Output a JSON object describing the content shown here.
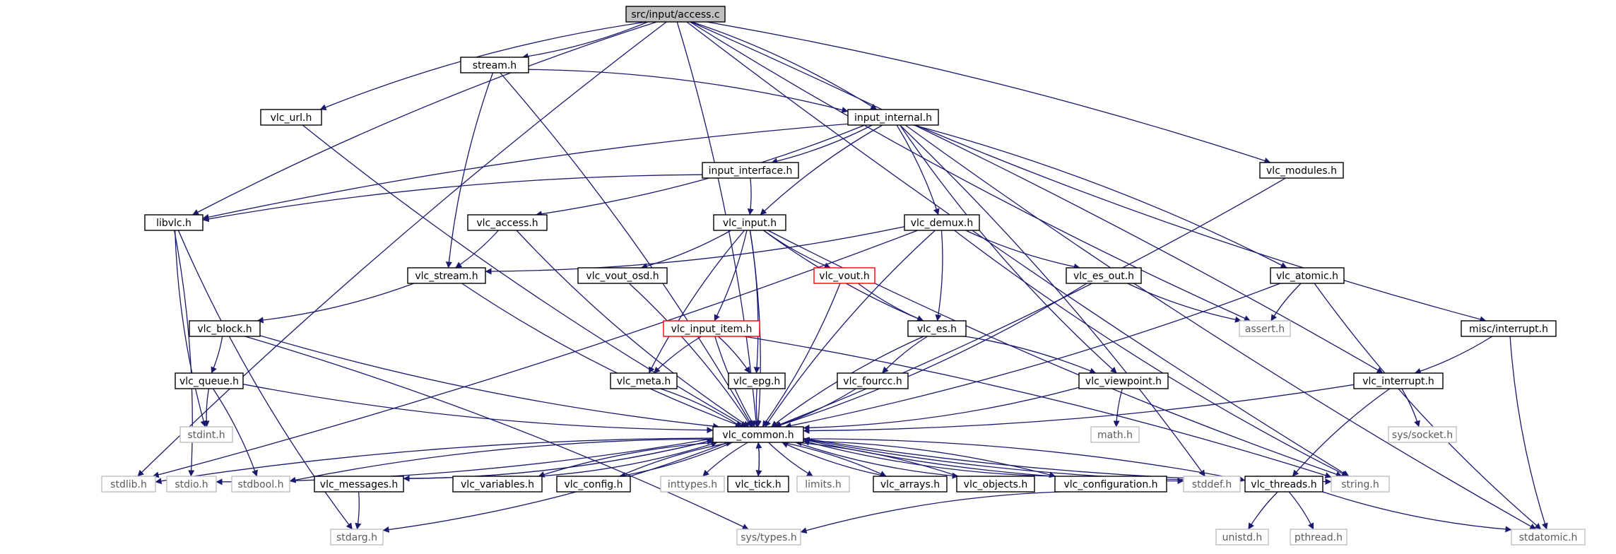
{
  "colors": {
    "edge": "#191970",
    "node_border": "#000000",
    "external_border": "#bfbfbf",
    "broken_border": "#ff0000",
    "root_fill": "#bfbfbf",
    "text": "#000000",
    "external_text": "#5a5a5a"
  },
  "nodes": [
    {
      "id": "access_c",
      "label": "src/input/access.c",
      "kind": "root"
    },
    {
      "id": "stream_h",
      "label": "stream.h",
      "kind": "normal"
    },
    {
      "id": "vlc_url_h",
      "label": "vlc_url.h",
      "kind": "normal"
    },
    {
      "id": "input_internal_h",
      "label": "input_internal.h",
      "kind": "normal"
    },
    {
      "id": "input_interface_h",
      "label": "input_interface.h",
      "kind": "normal"
    },
    {
      "id": "vlc_modules_h",
      "label": "vlc_modules.h",
      "kind": "normal"
    },
    {
      "id": "libvlc_h",
      "label": "libvlc.h",
      "kind": "normal"
    },
    {
      "id": "vlc_access_h",
      "label": "vlc_access.h",
      "kind": "normal"
    },
    {
      "id": "vlc_input_h",
      "label": "vlc_input.h",
      "kind": "normal"
    },
    {
      "id": "vlc_demux_h",
      "label": "vlc_demux.h",
      "kind": "normal"
    },
    {
      "id": "vlc_stream_h",
      "label": "vlc_stream.h",
      "kind": "normal"
    },
    {
      "id": "vlc_vout_osd_h",
      "label": "vlc_vout_osd.h",
      "kind": "normal"
    },
    {
      "id": "vlc_vout_h",
      "label": "vlc_vout.h",
      "kind": "broken"
    },
    {
      "id": "vlc_es_out_h",
      "label": "vlc_es_out.h",
      "kind": "normal"
    },
    {
      "id": "vlc_atomic_h",
      "label": "vlc_atomic.h",
      "kind": "normal"
    },
    {
      "id": "misc_interrupt_h",
      "label": "misc/interrupt.h",
      "kind": "normal"
    },
    {
      "id": "vlc_block_h",
      "label": "vlc_block.h",
      "kind": "normal"
    },
    {
      "id": "vlc_input_item_h",
      "label": "vlc_input_item.h",
      "kind": "broken"
    },
    {
      "id": "vlc_es_h",
      "label": "vlc_es.h",
      "kind": "normal"
    },
    {
      "id": "assert_h",
      "label": "assert.h",
      "kind": "external"
    },
    {
      "id": "vlc_interrupt_h",
      "label": "vlc_interrupt.h",
      "kind": "normal"
    },
    {
      "id": "vlc_queue_h",
      "label": "vlc_queue.h",
      "kind": "normal"
    },
    {
      "id": "vlc_meta_h",
      "label": "vlc_meta.h",
      "kind": "normal"
    },
    {
      "id": "vlc_epg_h",
      "label": "vlc_epg.h",
      "kind": "normal"
    },
    {
      "id": "vlc_fourcc_h",
      "label": "vlc_fourcc.h",
      "kind": "normal"
    },
    {
      "id": "vlc_viewpoint_h",
      "label": "vlc_viewpoint.h",
      "kind": "normal"
    },
    {
      "id": "stdint_h",
      "label": "stdint.h",
      "kind": "external"
    },
    {
      "id": "math_h",
      "label": "math.h",
      "kind": "external"
    },
    {
      "id": "sys_socket_h",
      "label": "sys/socket.h",
      "kind": "external"
    },
    {
      "id": "vlc_common_h",
      "label": "vlc_common.h",
      "kind": "normal"
    },
    {
      "id": "stdlib_h",
      "label": "stdlib.h",
      "kind": "external"
    },
    {
      "id": "stdio_h",
      "label": "stdio.h",
      "kind": "external"
    },
    {
      "id": "stdbool_h",
      "label": "stdbool.h",
      "kind": "external"
    },
    {
      "id": "vlc_messages_h",
      "label": "vlc_messages.h",
      "kind": "normal"
    },
    {
      "id": "vlc_variables_h",
      "label": "vlc_variables.h",
      "kind": "normal"
    },
    {
      "id": "vlc_config_h",
      "label": "vlc_config.h",
      "kind": "normal"
    },
    {
      "id": "inttypes_h",
      "label": "inttypes.h",
      "kind": "external"
    },
    {
      "id": "vlc_tick_h",
      "label": "vlc_tick.h",
      "kind": "normal"
    },
    {
      "id": "limits_h",
      "label": "limits.h",
      "kind": "external"
    },
    {
      "id": "vlc_arrays_h",
      "label": "vlc_arrays.h",
      "kind": "normal"
    },
    {
      "id": "vlc_objects_h",
      "label": "vlc_objects.h",
      "kind": "normal"
    },
    {
      "id": "vlc_configuration_h",
      "label": "vlc_configuration.h",
      "kind": "normal"
    },
    {
      "id": "stddef_h",
      "label": "stddef.h",
      "kind": "external"
    },
    {
      "id": "vlc_threads_h",
      "label": "vlc_threads.h",
      "kind": "normal"
    },
    {
      "id": "string_h",
      "label": "string.h",
      "kind": "external"
    },
    {
      "id": "stdarg_h",
      "label": "stdarg.h",
      "kind": "external"
    },
    {
      "id": "sys_types_h",
      "label": "sys/types.h",
      "kind": "external"
    },
    {
      "id": "unistd_h",
      "label": "unistd.h",
      "kind": "external"
    },
    {
      "id": "pthread_h",
      "label": "pthread.h",
      "kind": "external"
    },
    {
      "id": "stdatomic_h",
      "label": "stdatomic.h",
      "kind": "external"
    }
  ],
  "edges": [
    [
      "access_c",
      "stream_h"
    ],
    [
      "access_c",
      "vlc_url_h"
    ],
    [
      "access_c",
      "input_internal_h"
    ],
    [
      "access_c",
      "libvlc_h"
    ],
    [
      "access_c",
      "vlc_common_h"
    ],
    [
      "access_c",
      "stdlib_h"
    ],
    [
      "access_c",
      "vlc_modules_h"
    ],
    [
      "access_c",
      "assert_h"
    ],
    [
      "access_c",
      "vlc_interrupt_h"
    ],
    [
      "access_c",
      "string_h"
    ],
    [
      "stream_h",
      "input_internal_h"
    ],
    [
      "stream_h",
      "vlc_stream_h"
    ],
    [
      "stream_h",
      "vlc_common_h"
    ],
    [
      "vlc_url_h",
      "vlc_common_h"
    ],
    [
      "input_internal_h",
      "input_interface_h"
    ],
    [
      "input_internal_h",
      "libvlc_h"
    ],
    [
      "input_internal_h",
      "vlc_access_h"
    ],
    [
      "input_internal_h",
      "vlc_input_h"
    ],
    [
      "input_internal_h",
      "vlc_demux_h"
    ],
    [
      "input_internal_h",
      "vlc_viewpoint_h"
    ],
    [
      "input_internal_h",
      "vlc_atomic_h"
    ],
    [
      "input_internal_h",
      "misc_interrupt_h"
    ],
    [
      "input_internal_h",
      "stddef_h"
    ],
    [
      "input_internal_h",
      "stdatomic_h"
    ],
    [
      "input_interface_h",
      "vlc_input_h"
    ],
    [
      "input_interface_h",
      "libvlc_h"
    ],
    [
      "vlc_modules_h",
      "vlc_common_h"
    ],
    [
      "libvlc_h",
      "stdint_h"
    ],
    [
      "libvlc_h",
      "stdio_h"
    ],
    [
      "libvlc_h",
      "stdarg_h"
    ],
    [
      "vlc_access_h",
      "vlc_stream_h"
    ],
    [
      "vlc_access_h",
      "vlc_common_h"
    ],
    [
      "vlc_input_h",
      "vlc_vout_osd_h"
    ],
    [
      "vlc_input_h",
      "vlc_vout_h"
    ],
    [
      "vlc_input_h",
      "vlc_input_item_h"
    ],
    [
      "vlc_input_h",
      "vlc_meta_h"
    ],
    [
      "vlc_input_h",
      "vlc_epg_h"
    ],
    [
      "vlc_input_h",
      "vlc_es_h"
    ],
    [
      "vlc_input_h",
      "vlc_common_h"
    ],
    [
      "vlc_input_h",
      "string_h"
    ],
    [
      "vlc_demux_h",
      "vlc_stream_h"
    ],
    [
      "vlc_demux_h",
      "vlc_es_out_h"
    ],
    [
      "vlc_demux_h",
      "vlc_es_h"
    ],
    [
      "vlc_demux_h",
      "vlc_common_h"
    ],
    [
      "vlc_demux_h",
      "stdlib_h"
    ],
    [
      "vlc_demux_h",
      "string_h"
    ],
    [
      "vlc_stream_h",
      "vlc_block_h"
    ],
    [
      "vlc_stream_h",
      "vlc_common_h"
    ],
    [
      "vlc_vout_osd_h",
      "vlc_common_h"
    ],
    [
      "vlc_vout_h",
      "vlc_es_h"
    ],
    [
      "vlc_vout_h",
      "vlc_common_h"
    ],
    [
      "vlc_es_out_h",
      "assert_h"
    ],
    [
      "vlc_es_out_h",
      "vlc_common_h"
    ],
    [
      "vlc_atomic_h",
      "assert_h"
    ],
    [
      "vlc_atomic_h",
      "vlc_common_h"
    ],
    [
      "vlc_atomic_h",
      "stdatomic_h"
    ],
    [
      "misc_interrupt_h",
      "vlc_interrupt_h"
    ],
    [
      "misc_interrupt_h",
      "stdatomic_h"
    ],
    [
      "vlc_block_h",
      "vlc_queue_h"
    ],
    [
      "vlc_block_h",
      "vlc_common_h"
    ],
    [
      "vlc_block_h",
      "sys_types_h"
    ],
    [
      "vlc_input_item_h",
      "vlc_meta_h"
    ],
    [
      "vlc_input_item_h",
      "vlc_epg_h"
    ],
    [
      "vlc_input_item_h",
      "vlc_common_h"
    ],
    [
      "vlc_input_item_h",
      "string_h"
    ],
    [
      "vlc_es_h",
      "vlc_fourcc_h"
    ],
    [
      "vlc_es_h",
      "vlc_viewpoint_h"
    ],
    [
      "vlc_es_h",
      "vlc_common_h"
    ],
    [
      "vlc_interrupt_h",
      "sys_socket_h"
    ],
    [
      "vlc_interrupt_h",
      "vlc_threads_h"
    ],
    [
      "vlc_interrupt_h",
      "vlc_common_h"
    ],
    [
      "vlc_queue_h",
      "stdint_h"
    ],
    [
      "vlc_queue_h",
      "stdbool_h"
    ],
    [
      "vlc_queue_h",
      "vlc_common_h"
    ],
    [
      "vlc_meta_h",
      "vlc_common_h"
    ],
    [
      "vlc_epg_h",
      "vlc_common_h"
    ],
    [
      "vlc_fourcc_h",
      "vlc_common_h"
    ],
    [
      "vlc_viewpoint_h",
      "math_h"
    ],
    [
      "vlc_viewpoint_h",
      "vlc_common_h"
    ],
    [
      "vlc_common_h",
      "stdlib_h"
    ],
    [
      "vlc_common_h",
      "stdio_h"
    ],
    [
      "vlc_common_h",
      "stdbool_h"
    ],
    [
      "vlc_common_h",
      "vlc_messages_h"
    ],
    [
      "vlc_common_h",
      "vlc_variables_h"
    ],
    [
      "vlc_common_h",
      "vlc_config_h"
    ],
    [
      "vlc_common_h",
      "inttypes_h"
    ],
    [
      "vlc_common_h",
      "vlc_tick_h"
    ],
    [
      "vlc_common_h",
      "limits_h"
    ],
    [
      "vlc_common_h",
      "vlc_arrays_h"
    ],
    [
      "vlc_common_h",
      "vlc_objects_h"
    ],
    [
      "vlc_common_h",
      "vlc_configuration_h"
    ],
    [
      "vlc_common_h",
      "stddef_h"
    ],
    [
      "vlc_common_h",
      "vlc_threads_h"
    ],
    [
      "vlc_common_h",
      "string_h"
    ],
    [
      "vlc_common_h",
      "stdarg_h"
    ],
    [
      "vlc_messages_h",
      "vlc_common_h"
    ],
    [
      "vlc_messages_h",
      "stdarg_h"
    ],
    [
      "vlc_variables_h",
      "vlc_common_h"
    ],
    [
      "vlc_config_h",
      "vlc_common_h"
    ],
    [
      "vlc_tick_h",
      "vlc_common_h"
    ],
    [
      "vlc_arrays_h",
      "vlc_common_h"
    ],
    [
      "vlc_objects_h",
      "vlc_common_h"
    ],
    [
      "vlc_configuration_h",
      "vlc_common_h"
    ],
    [
      "vlc_configuration_h",
      "sys_types_h"
    ],
    [
      "vlc_threads_h",
      "vlc_common_h"
    ],
    [
      "vlc_threads_h",
      "unistd_h"
    ],
    [
      "vlc_threads_h",
      "pthread_h"
    ],
    [
      "vlc_threads_h",
      "stdatomic_h"
    ]
  ]
}
